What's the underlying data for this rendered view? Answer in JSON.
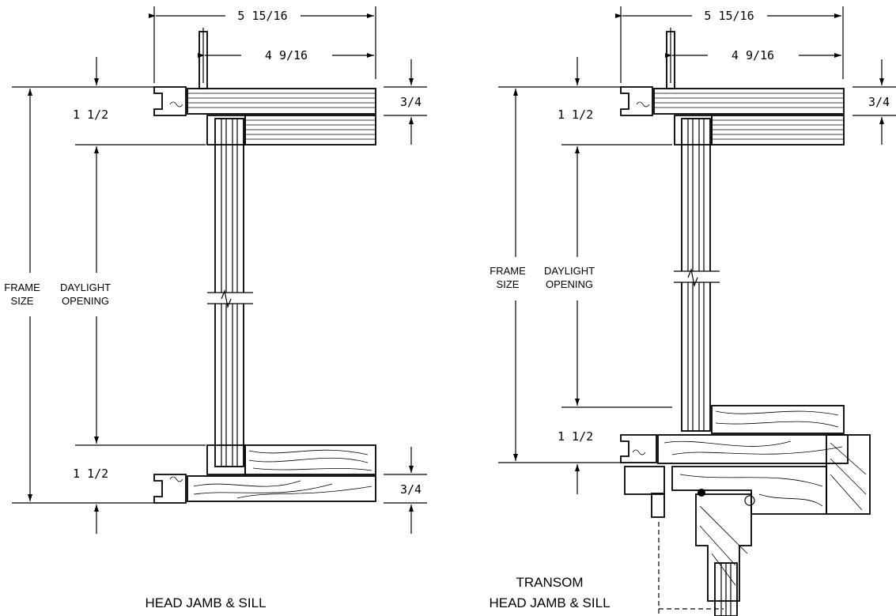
{
  "left_detail": {
    "overall_width": "5 15/16",
    "inner_width": "4 9/16",
    "head_height": "1 1/2",
    "sill_height": "1 1/2",
    "head_offset": "3/4",
    "sill_offset": "3/4",
    "frame_label": [
      "FRAME",
      "SIZE"
    ],
    "daylight_label": [
      "DAYLIGHT",
      "OPENING"
    ],
    "caption": "HEAD JAMB & SILL"
  },
  "right_detail": {
    "overall_width": "5 15/16",
    "inner_width": "4 9/16",
    "head_height": "1 1/2",
    "sill_height": "1 1/2",
    "head_offset": "3/4",
    "frame_label": [
      "FRAME",
      "SIZE"
    ],
    "daylight_label": [
      "DAYLIGHT",
      "OPENING"
    ],
    "caption": [
      "TRANSOM",
      "HEAD JAMB & SILL"
    ]
  }
}
